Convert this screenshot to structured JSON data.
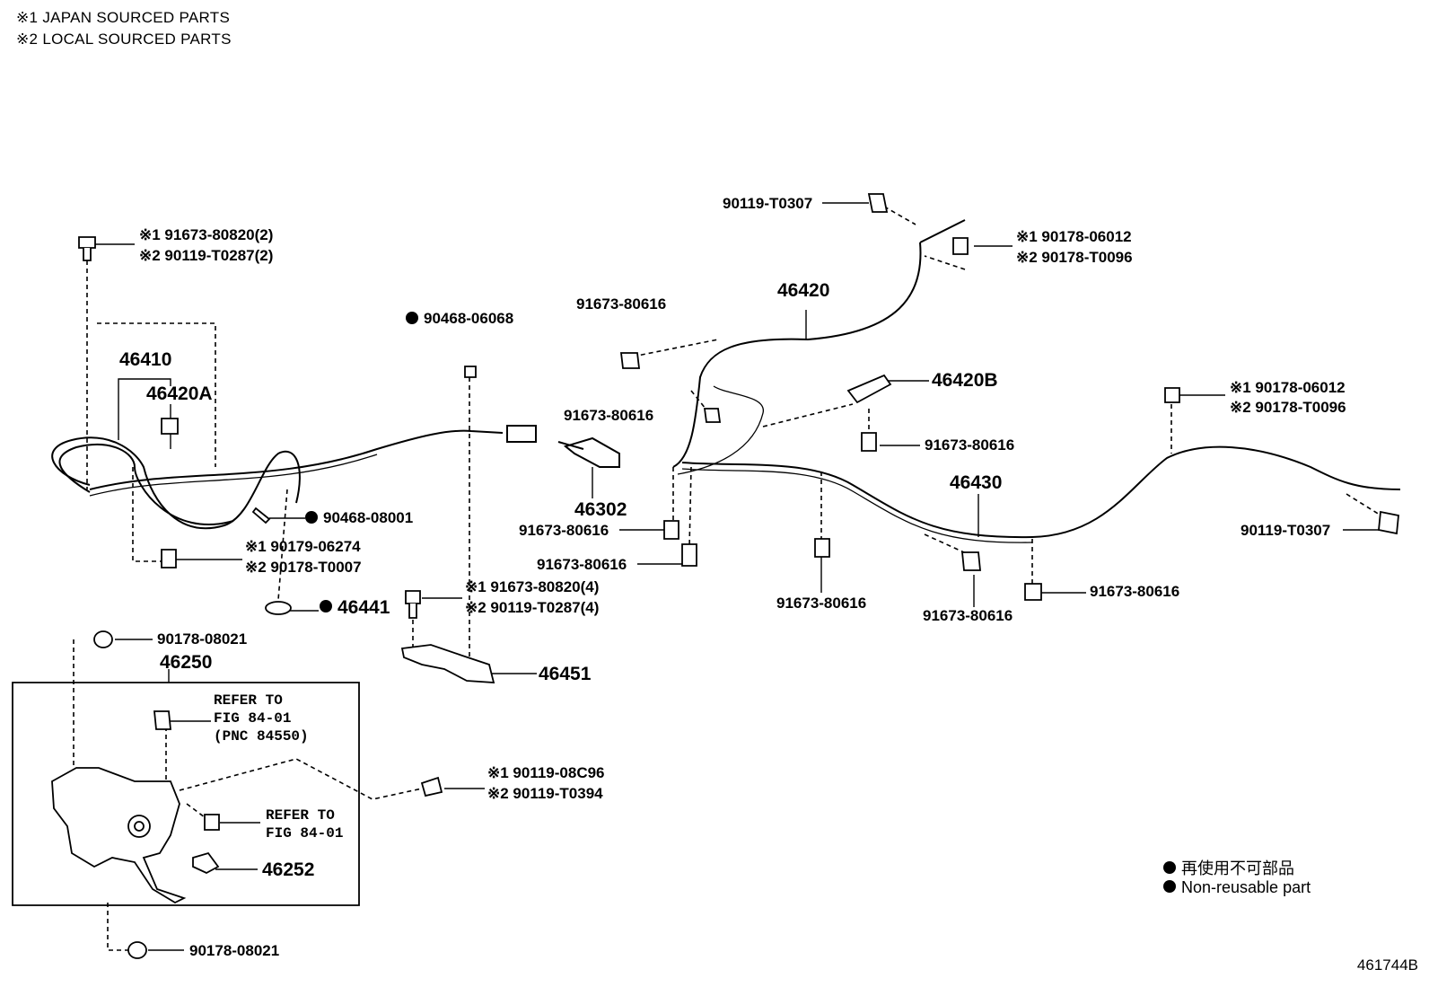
{
  "notes": [
    "※1 JAPAN SOURCED PARTS",
    "※2 LOCAL SOURCED PARTS"
  ],
  "parts": {
    "p90119_T0307_top": "90119-T0307",
    "p90178_06012_a": "※1 90178-06012",
    "p90178_T0096_a": "※2 90178-T0096",
    "p91673_80820_2": "※1 91673-80820(2)",
    "p90119_T0287_2": "※2 90119-T0287(2)",
    "p46420": "46420",
    "p91673_80616_a": "91673-80616",
    "p90468_06068": "90468-06068",
    "p46410": "46410",
    "p46420A": "46420A",
    "p46420B": "46420B",
    "p91673_80616_b": "91673-80616",
    "p90178_06012_b": "※1 90178-06012",
    "p90178_T0096_b": "※2 90178-T0096",
    "p91673_80616_c": "91673-80616",
    "p46430": "46430",
    "p46302": "46302",
    "p90468_08001": "90468-08001",
    "p91673_80616_d": "91673-80616",
    "p90119_T0307_right": "90119-T0307",
    "p90179_06274": "※1 90179-06274",
    "p90178_T0007": "※2 90178-T0007",
    "p91673_80616_e": "91673-80616",
    "p91673_80616_f": "91673-80616",
    "p91673_80616_g": "91673-80616",
    "p91673_80820_4": "※1 91673-80820(4)",
    "p90119_T0287_4": "※2 90119-T0287(4)",
    "p46441": "46441",
    "p91673_80616_h": "91673-80616",
    "p90178_08021_top": "90178-08021",
    "p46451": "46451",
    "p46250": "46250",
    "refer1": [
      "REFER TO",
      "FIG 84-01",
      "(PNC 84550)"
    ],
    "p90119_08C96": "※1 90119-08C96",
    "p90119_T0394": "※2 90119-T0394",
    "refer2": [
      "REFER TO",
      "FIG 84-01"
    ],
    "p46252": "46252",
    "p90178_08021_bottom": "90178-08021"
  },
  "legend": {
    "jp": "再使用不可部品",
    "en": "Non-reusable part"
  },
  "figure_id": "461744B"
}
